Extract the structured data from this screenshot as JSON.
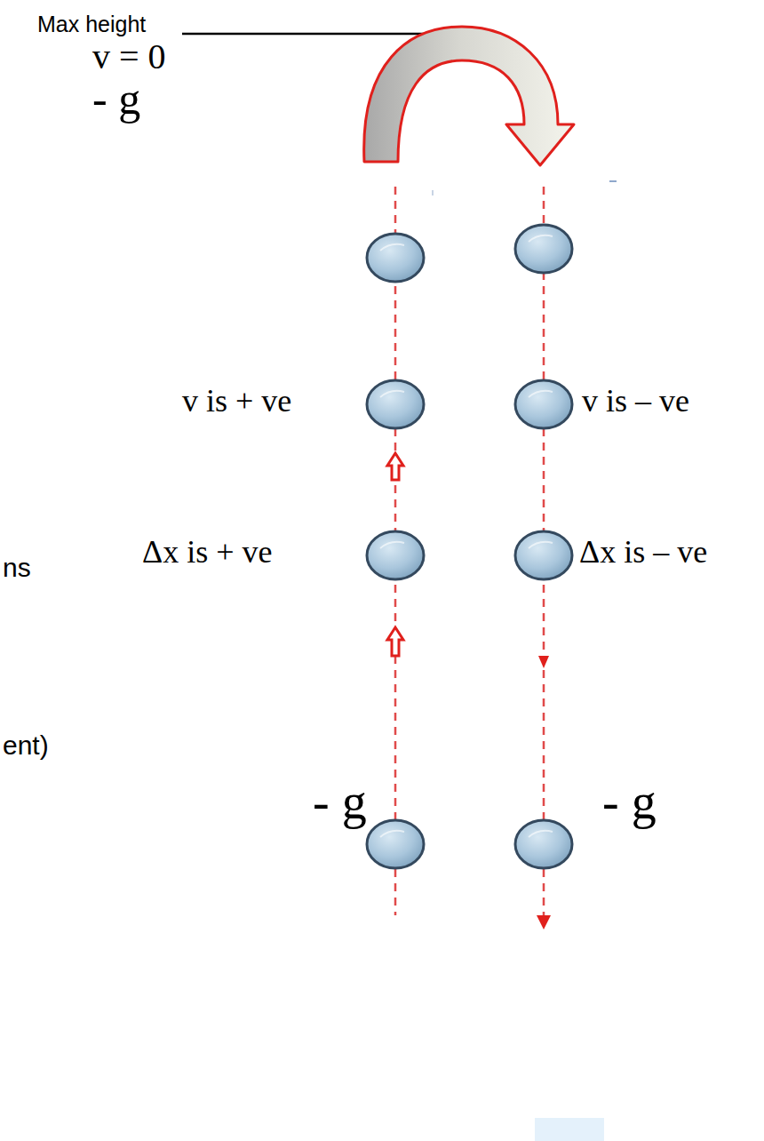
{
  "diagram": {
    "labels": [
      "Max height",
      "v = 0",
      "- g",
      "v is + ve",
      "v is – ve",
      "Δx is + ve",
      "Δx is – ve",
      "ns",
      "ent)",
      "- g",
      "- g"
    ]
  }
}
